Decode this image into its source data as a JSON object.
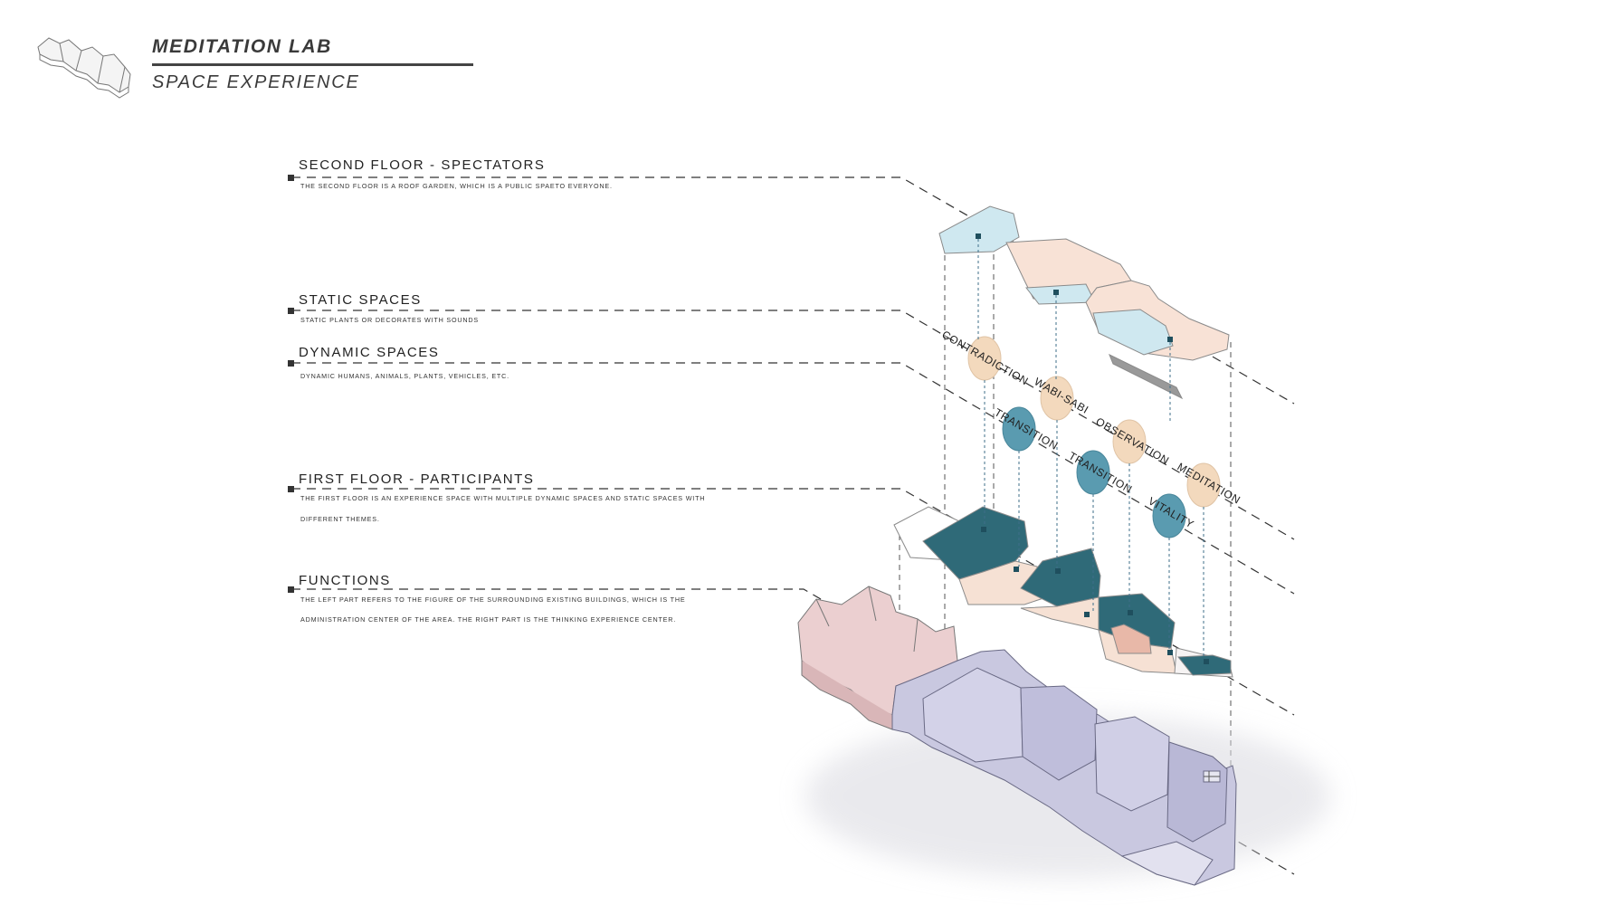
{
  "header": {
    "title": "MEDITATION LAB",
    "subtitle": "SPACE EXPERIENCE"
  },
  "labels": [
    {
      "title": "SECOND FLOOR - SPECTATORS",
      "lines": [
        "THE SECOND FLOOR IS A ROOF GARDEN, WHICH IS A PUBLIC SPAETO EVERYONE."
      ]
    },
    {
      "title": "STATIC SPACES",
      "lines": [
        "STATIC PLANTS OR DECORATES WITH SOUNDS"
      ]
    },
    {
      "title": "DYNAMIC SPACES",
      "lines": [
        "DYNAMIC HUMANS, ANIMALS, PLANTS, VEHICLES, ETC."
      ]
    },
    {
      "title": "FIRST FLOOR - PARTICIPANTS",
      "lines": [
        "THE FIRST FLOOR IS AN EXPERIENCE SPACE WITH MULTIPLE DYNAMIC SPACES AND STATIC SPACES WITH",
        "DIFFERENT THEMES."
      ]
    },
    {
      "title": "FUNCTIONS",
      "lines": [
        "THE LEFT PART REFERS TO THE FIGURE OF THE SURROUNDING EXISTING BUILDINGS, WHICH IS THE",
        "ADMINISTRATION CENTER OF THE AREA. THE RIGHT PART IS THE THINKING EXPERIENCE CENTER."
      ]
    }
  ],
  "themes": {
    "static": [
      "CONTRADICTION",
      "WABI-SABI",
      "OBSERVATION",
      "MEDITATION"
    ],
    "dynamic": [
      "TRANSITION",
      "TRANSITION",
      "VITALITY"
    ]
  },
  "colors": {
    "static_ellipse": "#f3d9bd",
    "dynamic_ellipse": "#5a9bb0",
    "first_floor_teal": "#2f6a78",
    "roof_blue": "#cfe8f0",
    "roof_peach": "#f8e2d6",
    "existing_pink": "#ebcfd0",
    "new_lavender": "#c9c8e0"
  }
}
